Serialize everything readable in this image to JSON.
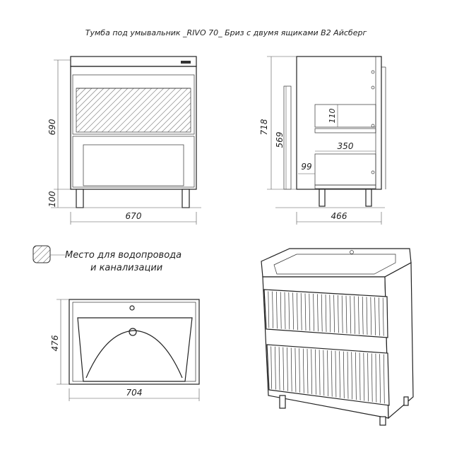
{
  "title": "Тумба под умывальник _RIVO 70_ Бриз с двумя ящиками В2 Айсберг",
  "front_view": {
    "height_label": "690",
    "leg_label": "100",
    "width_label": "670"
  },
  "side_view": {
    "total_height_label": "718",
    "inner_height_label": "569",
    "drawer_gap_label": "110",
    "depth_inner_label": "350",
    "bottom_label": "99",
    "depth_label": "466"
  },
  "legend": {
    "line1": "Место для водопровода",
    "line2": "и канализации"
  },
  "top_view": {
    "depth_label": "476",
    "width_label": "704"
  }
}
